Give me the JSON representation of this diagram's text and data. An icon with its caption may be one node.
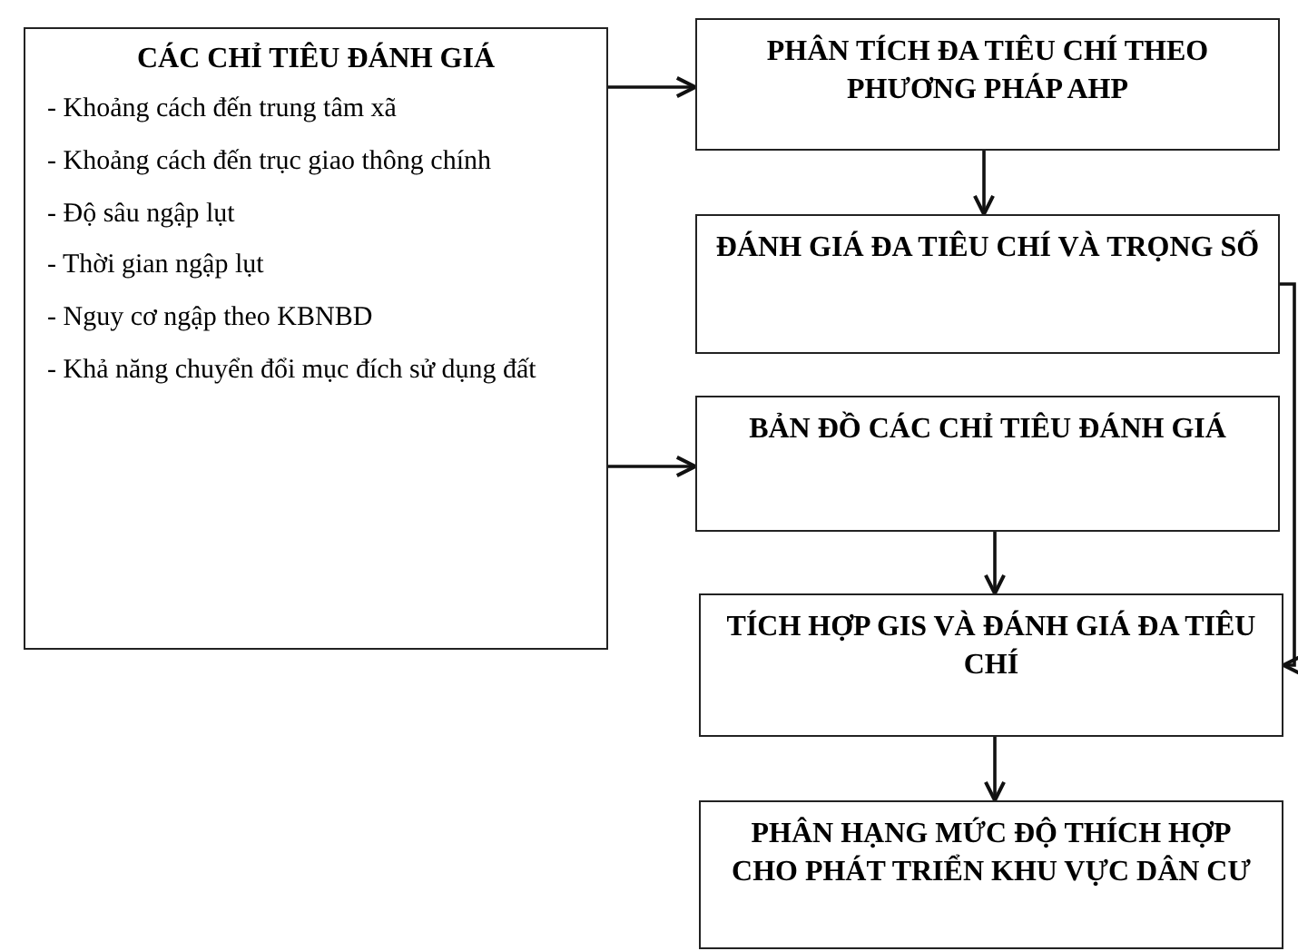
{
  "diagram": {
    "nodes": [
      {
        "text": [
          "CÁC CHỈ TIÊU ĐÁNH GIÁ",
          "- Khoảng cách đến trung tâm xã",
          "- Khoảng cách đến trục giao thông chính",
          "- Độ sâu ngập lụt",
          "- Thời gian ngập lụt",
          "- Nguy cơ ngập theo KBNBD",
          "- Khả năng chuyển đổi mục đích sử dụng đất"
        ]
      },
      {
        "text": [
          "PHÂN TÍCH ĐA TIÊU CHÍ THEO PHƯƠNG PHÁP AHP"
        ]
      },
      {
        "text": [
          "ĐÁNH GIÁ ĐA TIÊU CHÍ VÀ TRỌNG SỐ"
        ]
      },
      {
        "text": [
          "BẢN ĐỒ CÁC CHỈ TIÊU ĐÁNH GIÁ"
        ]
      },
      {
        "text": [
          "TÍCH HỢP GIS VÀ ĐÁNH GIÁ ĐA TIÊU CHÍ"
        ]
      },
      {
        "text": [
          "PHÂN HẠNG MỨC ĐỘ THÍCH HỢP CHO PHÁT TRIỂN KHU VỰC DÂN CƯ"
        ]
      }
    ],
    "edges": [
      {
        "from": 0,
        "to": 1,
        "arrow": "to"
      },
      {
        "from": 1,
        "to": 2,
        "arrow": "to"
      },
      {
        "from": 2,
        "to": 4,
        "arrow": "to"
      },
      {
        "from": 0,
        "to": 3,
        "arrow": "to"
      },
      {
        "from": 3,
        "to": 4,
        "arrow": "to"
      },
      {
        "from": 4,
        "to": 5,
        "arrow": "to"
      }
    ]
  }
}
